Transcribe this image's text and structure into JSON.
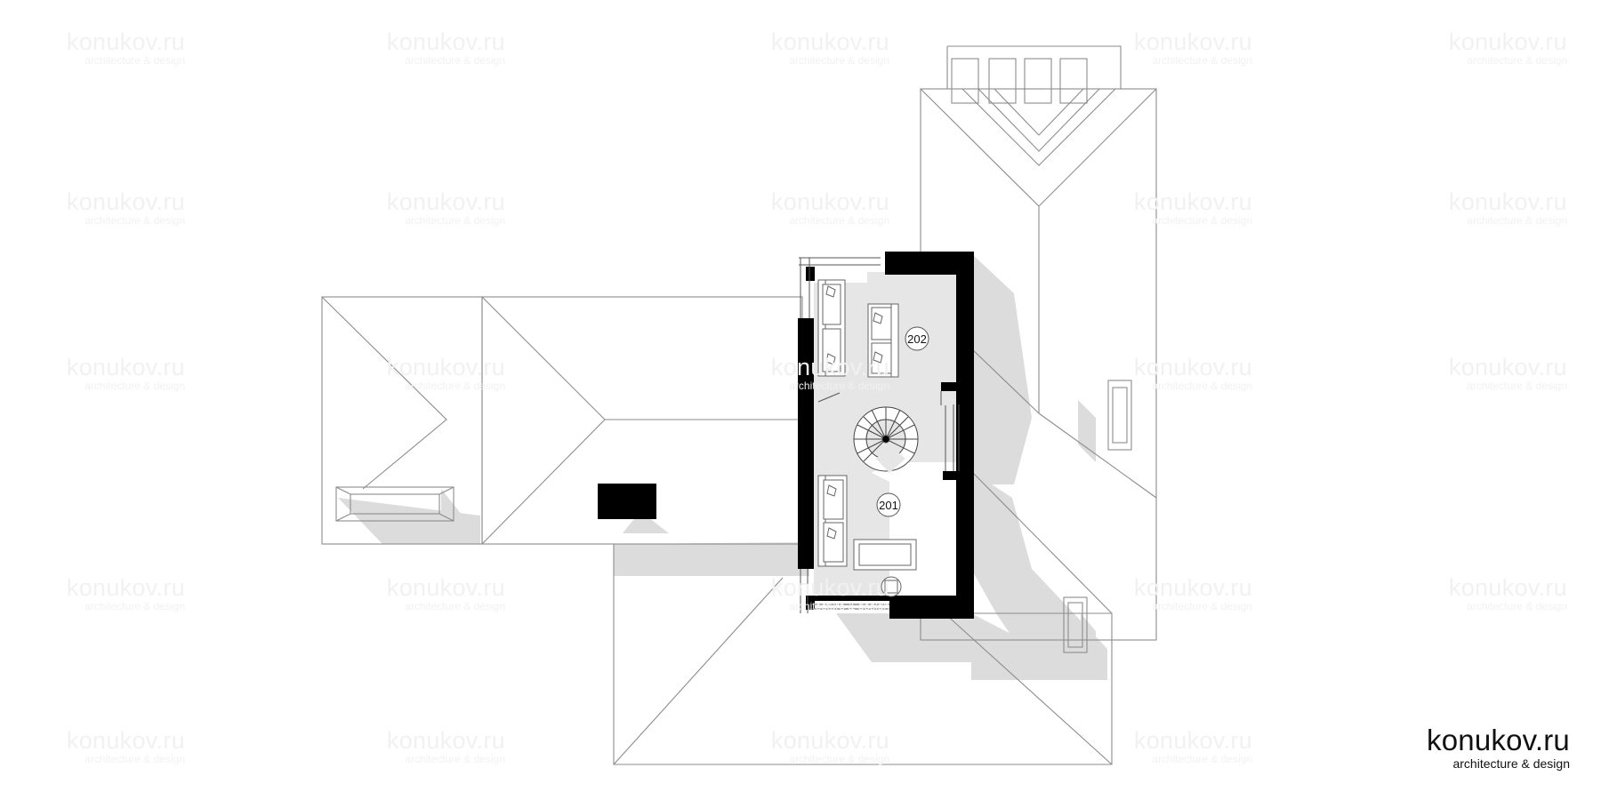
{
  "brand": {
    "name": "konukov.ru",
    "tagline": "architecture & design"
  },
  "watermark": {
    "name": "konukov.ru",
    "tagline": "architecture & design"
  },
  "rooms": [
    {
      "id": "room-201",
      "label": "201"
    },
    {
      "id": "room-202",
      "label": "202"
    }
  ],
  "colors": {
    "wall": "#000000",
    "shadow": "#dcdcdc",
    "floor": "#e6e6e6",
    "line": "#8c8c8c",
    "watermark": "#f1f1f1",
    "brand_text": "#111111"
  }
}
